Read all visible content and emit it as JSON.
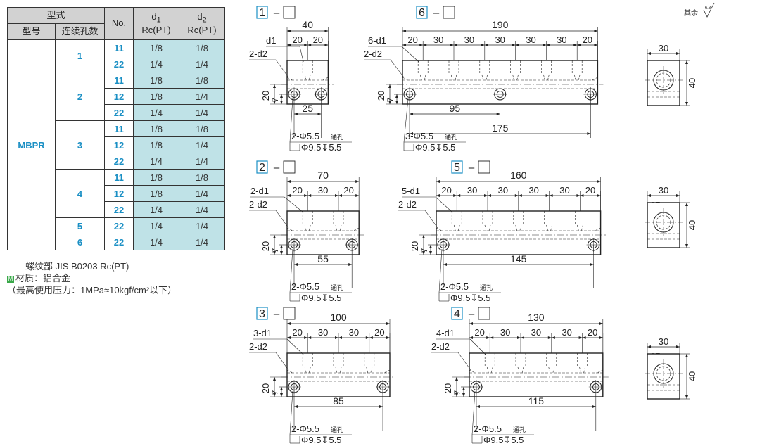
{
  "table": {
    "header_type": "型式",
    "header_model": "型号",
    "header_holes": "连续孔数",
    "header_no": "No.",
    "header_d1": "d",
    "header_d1_sub": "1",
    "header_d2": "d",
    "header_d2_sub": "2",
    "header_unit": "Rc(PT)",
    "model": "MBPR",
    "groups": [
      {
        "holes": "1",
        "rows": [
          [
            "11",
            "1/8",
            "1/8"
          ],
          [
            "22",
            "1/4",
            "1/4"
          ]
        ]
      },
      {
        "holes": "2",
        "rows": [
          [
            "11",
            "1/8",
            "1/8"
          ],
          [
            "12",
            "1/8",
            "1/4"
          ],
          [
            "22",
            "1/4",
            "1/4"
          ]
        ]
      },
      {
        "holes": "3",
        "rows": [
          [
            "11",
            "1/8",
            "1/8"
          ],
          [
            "12",
            "1/8",
            "1/4"
          ],
          [
            "22",
            "1/4",
            "1/4"
          ]
        ]
      },
      {
        "holes": "4",
        "rows": [
          [
            "11",
            "1/8",
            "1/8"
          ],
          [
            "12",
            "1/8",
            "1/4"
          ],
          [
            "22",
            "1/4",
            "1/4"
          ]
        ]
      },
      {
        "holes": "5",
        "rows": [
          [
            "22",
            "1/4",
            "1/4"
          ]
        ]
      },
      {
        "holes": "6",
        "rows": [
          [
            "22",
            "1/4",
            "1/4"
          ]
        ]
      }
    ]
  },
  "notes": {
    "thread": "螺纹部 JIS B0203 Rc(PT)",
    "material_badge": "M",
    "material": "材质：铝合金",
    "pressure": "（最高使用压力：1MPa≈10kgf/cm²以下）"
  },
  "roughness": {
    "label": "其余",
    "value": "6.3"
  },
  "drawings": {
    "d1": {
      "num": "1",
      "total": "40",
      "segs": [
        "20",
        "20"
      ],
      "tap_label": "d1",
      "side_label": "2-d2",
      "bottom": "25",
      "hole_label": "2-Φ5.5",
      "hole_note": "通孔",
      "cbore": "Φ9.5↧5.5"
    },
    "d2": {
      "num": "2",
      "total": "70",
      "segs": [
        "20",
        "30",
        "20"
      ],
      "tap_label": "2-d1",
      "side_label": "2-d2",
      "bottom": "55",
      "hole_label": "2-Φ5.5",
      "hole_note": "通孔",
      "cbore": "Φ9.5↧5.5"
    },
    "d3": {
      "num": "3",
      "total": "100",
      "segs": [
        "20",
        "30",
        "30",
        "20"
      ],
      "tap_label": "3-d1",
      "side_label": "2-d2",
      "bottom": "85",
      "hole_label": "2-Φ5.5",
      "hole_note": "通孔",
      "cbore": "Φ9.5↧5.5"
    },
    "d4": {
      "num": "4",
      "total": "130",
      "segs": [
        "20",
        "30",
        "30",
        "30",
        "20"
      ],
      "tap_label": "4-d1",
      "side_label": "2-d2",
      "bottom": "115",
      "hole_label": "2-Φ5.5",
      "hole_note": "通孔",
      "cbore": "Φ9.5↧5.5"
    },
    "d5": {
      "num": "5",
      "total": "160",
      "segs": [
        "20",
        "30",
        "30",
        "30",
        "30",
        "20"
      ],
      "tap_label": "5-d1",
      "side_label": "2-d2",
      "bottom": "145",
      "hole_label": "2-Φ5.5",
      "hole_note": "通孔",
      "cbore": "Φ9.5↧5.5"
    },
    "d6": {
      "num": "6",
      "total": "190",
      "segs": [
        "20",
        "30",
        "30",
        "30",
        "30",
        "30",
        "20"
      ],
      "tap_label": "6-d1",
      "side_label": "2-d2",
      "bottom": "175",
      "mid": "95",
      "hole_label": "3-Φ5.5",
      "hole_note": "通孔",
      "cbore": "Φ9.5↧5.5"
    },
    "side_width": "30",
    "side_offset": "15",
    "side_height": "40",
    "height": "20",
    "hole_height": "7"
  }
}
